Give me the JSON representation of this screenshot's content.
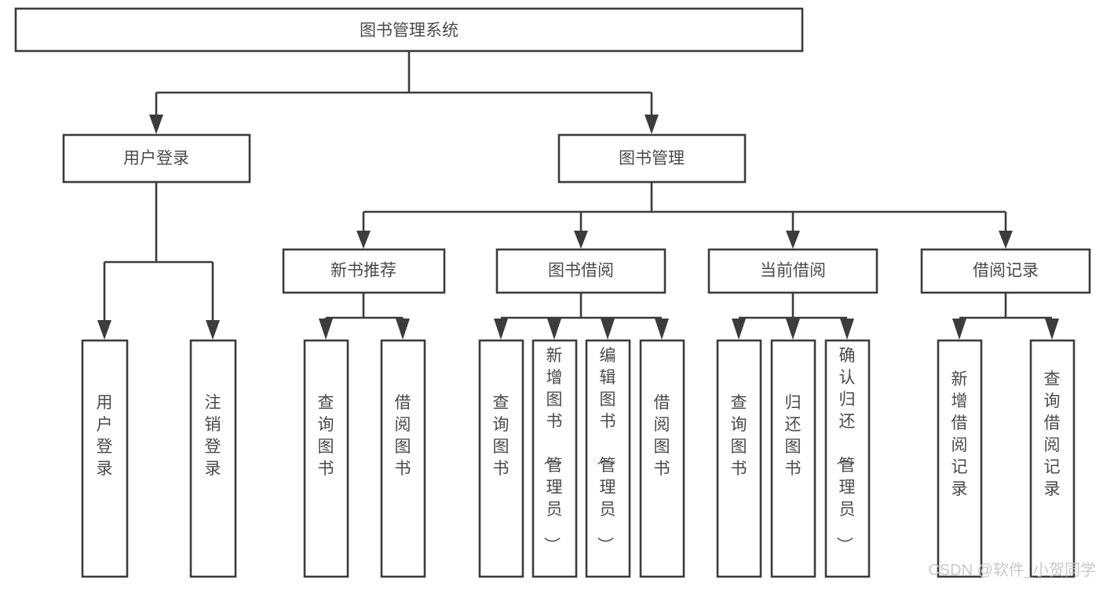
{
  "chart_data": {
    "type": "diagram",
    "title": "图书管理系统",
    "diagram_kind": "tree / functional decomposition chart",
    "orientation": "top-down",
    "levels": 4,
    "nodes": {
      "root": {
        "id": "root",
        "label": "图书管理系统",
        "level": 0
      },
      "l1": [
        {
          "id": "user-login",
          "label": "用户登录",
          "level": 1
        },
        {
          "id": "book-manage",
          "label": "图书管理",
          "level": 1
        }
      ],
      "l2": [
        {
          "id": "new-book-rec",
          "label": "新书推荐",
          "level": 2,
          "parent": "book-manage"
        },
        {
          "id": "book-borrow",
          "label": "图书借阅",
          "level": 2,
          "parent": "book-manage"
        },
        {
          "id": "current-borrow",
          "label": "当前借阅",
          "level": 2,
          "parent": "book-manage"
        },
        {
          "id": "borrow-record",
          "label": "借阅记录",
          "level": 2,
          "parent": "book-manage"
        }
      ],
      "leaves": [
        {
          "id": "leaf-user-login",
          "label": "用户登录",
          "parent": "user-login"
        },
        {
          "id": "leaf-logout",
          "label": "注销登录",
          "parent": "user-login"
        },
        {
          "id": "leaf-query-book-1",
          "label": "查询图书",
          "parent": "new-book-rec"
        },
        {
          "id": "leaf-borrow-book-1",
          "label": "借阅图书",
          "parent": "new-book-rec"
        },
        {
          "id": "leaf-query-book-2",
          "label": "查询图书",
          "parent": "book-borrow"
        },
        {
          "id": "leaf-add-book",
          "label": "新增图书（管理员）",
          "parent": "book-borrow"
        },
        {
          "id": "leaf-edit-book",
          "label": "编辑图书（管理员）",
          "parent": "book-borrow"
        },
        {
          "id": "leaf-borrow-book-2",
          "label": "借阅图书",
          "parent": "book-borrow"
        },
        {
          "id": "leaf-query-book-3",
          "label": "查询图书",
          "parent": "current-borrow"
        },
        {
          "id": "leaf-return-book",
          "label": "归还图书",
          "parent": "current-borrow"
        },
        {
          "id": "leaf-confirm-return",
          "label": "确认归还（管理员）",
          "parent": "current-borrow"
        },
        {
          "id": "leaf-add-record",
          "label": "新增借阅记录",
          "parent": "borrow-record"
        },
        {
          "id": "leaf-query-record",
          "label": "查询借阅记录",
          "parent": "borrow-record"
        }
      ]
    },
    "colors": {
      "box_stroke": "#3c3c3c",
      "box_fill": "#ffffff",
      "text": "#4a4a4a",
      "connector": "#3c3c3c",
      "background": "#ffffff",
      "watermark": "#c9c9c9"
    }
  },
  "watermark": {
    "text": "CSDN @软件_小贺同学"
  }
}
